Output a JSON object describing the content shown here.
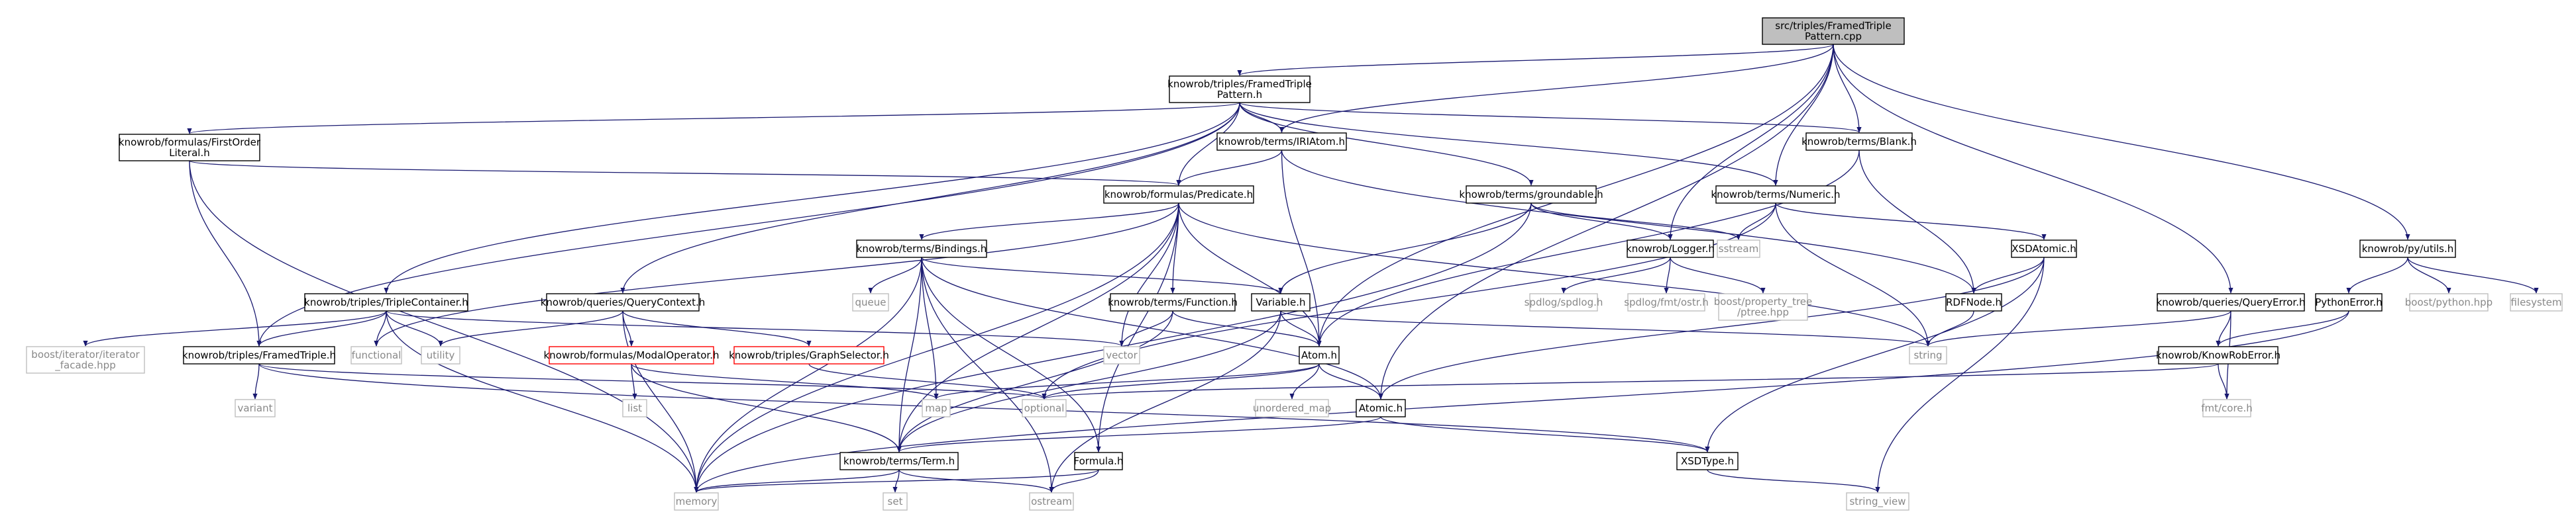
{
  "graph": {
    "title": "src/triples/FramedTriplePattern.cpp",
    "colors": {
      "root_fill": "#bfbfbf",
      "node_stroke": "#000000",
      "external_stroke": "#bfbfbf",
      "missing_stroke": "#ff0000",
      "edge": "#191970",
      "external_text": "#888888"
    },
    "nodes": [
      {
        "id": "root",
        "lines": [
          "src/triples/FramedTriple",
          "Pattern.cpp"
        ],
        "kind": "root"
      },
      {
        "id": "ftp_h",
        "lines": [
          "knowrob/triples/FramedTriple",
          "Pattern.h"
        ],
        "kind": "internal"
      },
      {
        "id": "fol",
        "lines": [
          "knowrob/formulas/FirstOrder",
          "Literal.h"
        ],
        "kind": "internal"
      },
      {
        "id": "iriatom",
        "lines": [
          "knowrob/terms/IRIAtom.h"
        ],
        "kind": "internal"
      },
      {
        "id": "blank",
        "lines": [
          "knowrob/terms/Blank.h"
        ],
        "kind": "internal"
      },
      {
        "id": "predicate",
        "lines": [
          "knowrob/formulas/Predicate.h"
        ],
        "kind": "internal"
      },
      {
        "id": "groundable",
        "lines": [
          "knowrob/terms/groundable.h"
        ],
        "kind": "internal"
      },
      {
        "id": "numeric",
        "lines": [
          "knowrob/terms/Numeric.h"
        ],
        "kind": "internal"
      },
      {
        "id": "bindings",
        "lines": [
          "knowrob/terms/Bindings.h"
        ],
        "kind": "internal"
      },
      {
        "id": "logger",
        "lines": [
          "knowrob/Logger.h"
        ],
        "kind": "internal"
      },
      {
        "id": "sstream",
        "lines": [
          "sstream"
        ],
        "kind": "external"
      },
      {
        "id": "xsdatomic",
        "lines": [
          "XSDAtomic.h"
        ],
        "kind": "internal"
      },
      {
        "id": "pyutils",
        "lines": [
          "knowrob/py/utils.h"
        ],
        "kind": "internal"
      },
      {
        "id": "triplecont",
        "lines": [
          "knowrob/triples/TripleContainer.h"
        ],
        "kind": "internal"
      },
      {
        "id": "querycontext",
        "lines": [
          "knowrob/queries/QueryContext.h"
        ],
        "kind": "internal"
      },
      {
        "id": "queue",
        "lines": [
          "queue"
        ],
        "kind": "external"
      },
      {
        "id": "function",
        "lines": [
          "knowrob/terms/Function.h"
        ],
        "kind": "internal"
      },
      {
        "id": "variable",
        "lines": [
          "Variable.h"
        ],
        "kind": "internal"
      },
      {
        "id": "spdlog",
        "lines": [
          "spdlog/spdlog.h"
        ],
        "kind": "external"
      },
      {
        "id": "fmtostr",
        "lines": [
          "spdlog/fmt/ostr.h"
        ],
        "kind": "external"
      },
      {
        "id": "ptree",
        "lines": [
          "boost/property_tree",
          "/ptree.hpp"
        ],
        "kind": "external"
      },
      {
        "id": "rdfnode",
        "lines": [
          "RDFNode.h"
        ],
        "kind": "internal"
      },
      {
        "id": "queryerror",
        "lines": [
          "knowrob/queries/QueryError.h"
        ],
        "kind": "internal"
      },
      {
        "id": "pythonerror",
        "lines": [
          "PythonError.h"
        ],
        "kind": "internal"
      },
      {
        "id": "boostpython",
        "lines": [
          "boost/python.hpp"
        ],
        "kind": "external"
      },
      {
        "id": "filesystem",
        "lines": [
          "filesystem"
        ],
        "kind": "external"
      },
      {
        "id": "iterfacade",
        "lines": [
          "boost/iterator/iterator",
          "_facade.hpp"
        ],
        "kind": "external"
      },
      {
        "id": "framedtriple",
        "lines": [
          "knowrob/triples/FramedTriple.h"
        ],
        "kind": "internal"
      },
      {
        "id": "functional",
        "lines": [
          "functional"
        ],
        "kind": "external"
      },
      {
        "id": "utility",
        "lines": [
          "utility"
        ],
        "kind": "external"
      },
      {
        "id": "modalop",
        "lines": [
          "knowrob/formulas/ModalOperator.h"
        ],
        "kind": "missing"
      },
      {
        "id": "graphselector",
        "lines": [
          "knowrob/triples/GraphSelector.h"
        ],
        "kind": "missing"
      },
      {
        "id": "vector",
        "lines": [
          "vector"
        ],
        "kind": "external"
      },
      {
        "id": "atom",
        "lines": [
          "Atom.h"
        ],
        "kind": "internal"
      },
      {
        "id": "string",
        "lines": [
          "string"
        ],
        "kind": "external"
      },
      {
        "id": "knowroberror",
        "lines": [
          "knowrob/KnowRobError.h"
        ],
        "kind": "internal"
      },
      {
        "id": "variant",
        "lines": [
          "variant"
        ],
        "kind": "external"
      },
      {
        "id": "list",
        "lines": [
          "list"
        ],
        "kind": "external"
      },
      {
        "id": "map",
        "lines": [
          "map"
        ],
        "kind": "external"
      },
      {
        "id": "optional",
        "lines": [
          "optional"
        ],
        "kind": "external"
      },
      {
        "id": "unorderedmap",
        "lines": [
          "unordered_map"
        ],
        "kind": "external"
      },
      {
        "id": "atomic",
        "lines": [
          "Atomic.h"
        ],
        "kind": "internal"
      },
      {
        "id": "fmtcore",
        "lines": [
          "fmt/core.h"
        ],
        "kind": "external"
      },
      {
        "id": "term",
        "lines": [
          "knowrob/terms/Term.h"
        ],
        "kind": "internal"
      },
      {
        "id": "formula",
        "lines": [
          "Formula.h"
        ],
        "kind": "internal"
      },
      {
        "id": "xsdtype",
        "lines": [
          "XSDType.h"
        ],
        "kind": "internal"
      },
      {
        "id": "memory",
        "lines": [
          "memory"
        ],
        "kind": "external"
      },
      {
        "id": "set",
        "lines": [
          "set"
        ],
        "kind": "external"
      },
      {
        "id": "ostream",
        "lines": [
          "ostream"
        ],
        "kind": "external"
      },
      {
        "id": "stringview",
        "lines": [
          "string_view"
        ],
        "kind": "external"
      }
    ],
    "edges": [
      [
        "root",
        "ftp_h"
      ],
      [
        "root",
        "iriatom"
      ],
      [
        "root",
        "blank"
      ],
      [
        "root",
        "numeric"
      ],
      [
        "root",
        "logger"
      ],
      [
        "root",
        "pyutils"
      ],
      [
        "root",
        "queryerror"
      ],
      [
        "root",
        "atom"
      ],
      [
        "root",
        "atomic"
      ],
      [
        "ftp_h",
        "fol"
      ],
      [
        "ftp_h",
        "iriatom"
      ],
      [
        "ftp_h",
        "blank"
      ],
      [
        "ftp_h",
        "predicate"
      ],
      [
        "ftp_h",
        "groundable"
      ],
      [
        "ftp_h",
        "numeric"
      ],
      [
        "ftp_h",
        "triplecont"
      ],
      [
        "ftp_h",
        "querycontext"
      ],
      [
        "ftp_h",
        "framedtriple"
      ],
      [
        "fol",
        "predicate"
      ],
      [
        "fol",
        "framedtriple"
      ],
      [
        "fol",
        "memory"
      ],
      [
        "iriatom",
        "predicate"
      ],
      [
        "iriatom",
        "atom"
      ],
      [
        "iriatom",
        "rdfnode"
      ],
      [
        "blank",
        "rdfnode"
      ],
      [
        "blank",
        "atom"
      ],
      [
        "predicate",
        "bindings"
      ],
      [
        "predicate",
        "function"
      ],
      [
        "predicate",
        "atom"
      ],
      [
        "predicate",
        "vector"
      ],
      [
        "predicate",
        "string"
      ],
      [
        "predicate",
        "term"
      ],
      [
        "predicate",
        "formula"
      ],
      [
        "predicate",
        "memory"
      ],
      [
        "predicate",
        "functional"
      ],
      [
        "groundable",
        "logger"
      ],
      [
        "groundable",
        "sstream"
      ],
      [
        "groundable",
        "variable"
      ],
      [
        "groundable",
        "memory"
      ],
      [
        "numeric",
        "xsdatomic"
      ],
      [
        "numeric",
        "sstream"
      ],
      [
        "numeric",
        "string"
      ],
      [
        "numeric",
        "optional"
      ],
      [
        "bindings",
        "variable"
      ],
      [
        "bindings",
        "term"
      ],
      [
        "bindings",
        "map"
      ],
      [
        "bindings",
        "queue"
      ],
      [
        "bindings",
        "formula"
      ],
      [
        "bindings",
        "memory"
      ],
      [
        "bindings",
        "ostream"
      ],
      [
        "bindings",
        "atomic"
      ],
      [
        "logger",
        "spdlog"
      ],
      [
        "logger",
        "fmtostr"
      ],
      [
        "logger",
        "ptree"
      ],
      [
        "xsdatomic",
        "rdfnode"
      ],
      [
        "xsdatomic",
        "xsdtype"
      ],
      [
        "xsdatomic",
        "atomic"
      ],
      [
        "xsdatomic",
        "stringview"
      ],
      [
        "pyutils",
        "pythonerror"
      ],
      [
        "pyutils",
        "boostpython"
      ],
      [
        "pyutils",
        "filesystem"
      ],
      [
        "triplecont",
        "framedtriple"
      ],
      [
        "triplecont",
        "iterfacade"
      ],
      [
        "triplecont",
        "functional"
      ],
      [
        "triplecont",
        "utility"
      ],
      [
        "triplecont",
        "vector"
      ],
      [
        "triplecont",
        "memory"
      ],
      [
        "querycontext",
        "modalop"
      ],
      [
        "querycontext",
        "graphselector"
      ],
      [
        "querycontext",
        "utility"
      ],
      [
        "querycontext",
        "memory"
      ],
      [
        "function",
        "atom"
      ],
      [
        "function",
        "vector"
      ],
      [
        "function",
        "term"
      ],
      [
        "variable",
        "atom"
      ],
      [
        "variable",
        "term"
      ],
      [
        "variable",
        "string"
      ],
      [
        "variable",
        "ostream"
      ],
      [
        "rdfnode",
        "string"
      ],
      [
        "queryerror",
        "knowroberror"
      ],
      [
        "queryerror",
        "fmtcore"
      ],
      [
        "queryerror",
        "string"
      ],
      [
        "pythonerror",
        "knowroberror"
      ],
      [
        "pythonerror",
        "memory"
      ],
      [
        "framedtriple",
        "variant"
      ],
      [
        "framedtriple",
        "xsdtype"
      ],
      [
        "framedtriple",
        "optional"
      ],
      [
        "modalop",
        "list"
      ],
      [
        "modalop",
        "term"
      ],
      [
        "modalop",
        "map"
      ],
      [
        "graphselector",
        "optional"
      ],
      [
        "atom",
        "map"
      ],
      [
        "atom",
        "optional"
      ],
      [
        "atom",
        "unorderedmap"
      ],
      [
        "atom",
        "atomic"
      ],
      [
        "knowroberror",
        "fmtcore"
      ],
      [
        "knowroberror",
        "optional"
      ],
      [
        "atomic",
        "term"
      ],
      [
        "atomic",
        "xsdtype"
      ],
      [
        "term",
        "set"
      ],
      [
        "term",
        "ostream"
      ],
      [
        "term",
        "memory"
      ],
      [
        "formula",
        "memory"
      ],
      [
        "formula",
        "ostream"
      ],
      [
        "xsdtype",
        "stringview"
      ]
    ]
  }
}
